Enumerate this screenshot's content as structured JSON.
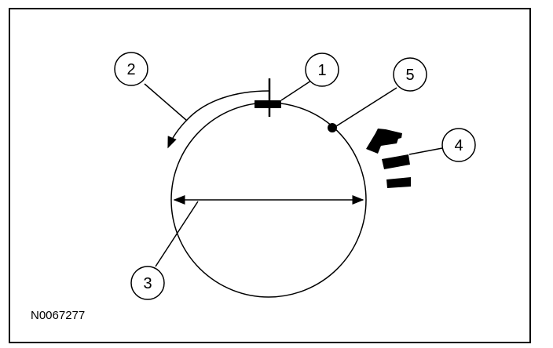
{
  "figure_id": "N0067277",
  "callouts": [
    "1",
    "2",
    "3",
    "4",
    "5"
  ],
  "colors": {
    "ink": "#000000",
    "paper": "#ffffff"
  }
}
